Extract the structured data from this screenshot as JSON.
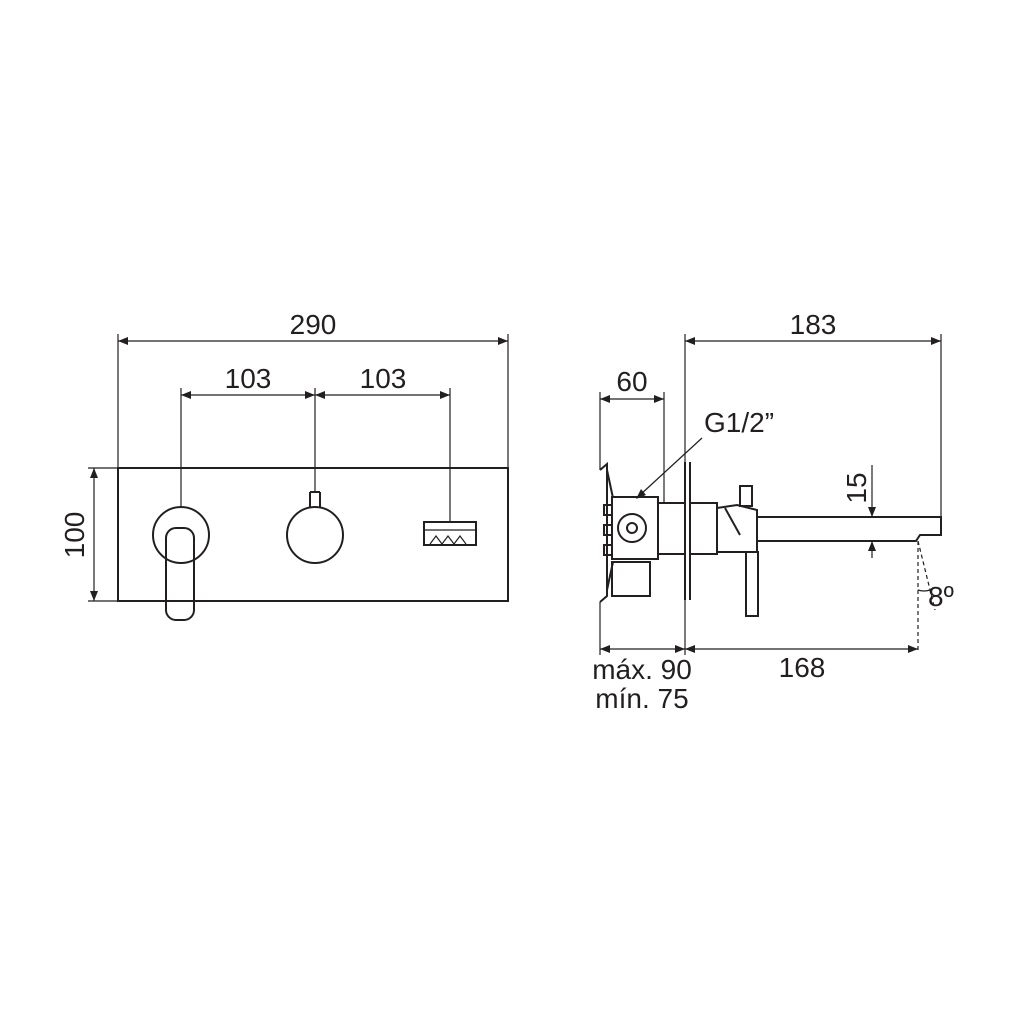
{
  "front_view": {
    "width_total": "290",
    "spacing_left": "103",
    "spacing_right": "103",
    "height": "100"
  },
  "side_view": {
    "projection_total": "183",
    "body_depth": "60",
    "thread": "G1/2”",
    "spout_height": "15",
    "spout_angle": "8º",
    "spout_reach": "168",
    "depth_max": "máx. 90",
    "depth_min": "mín. 75"
  }
}
